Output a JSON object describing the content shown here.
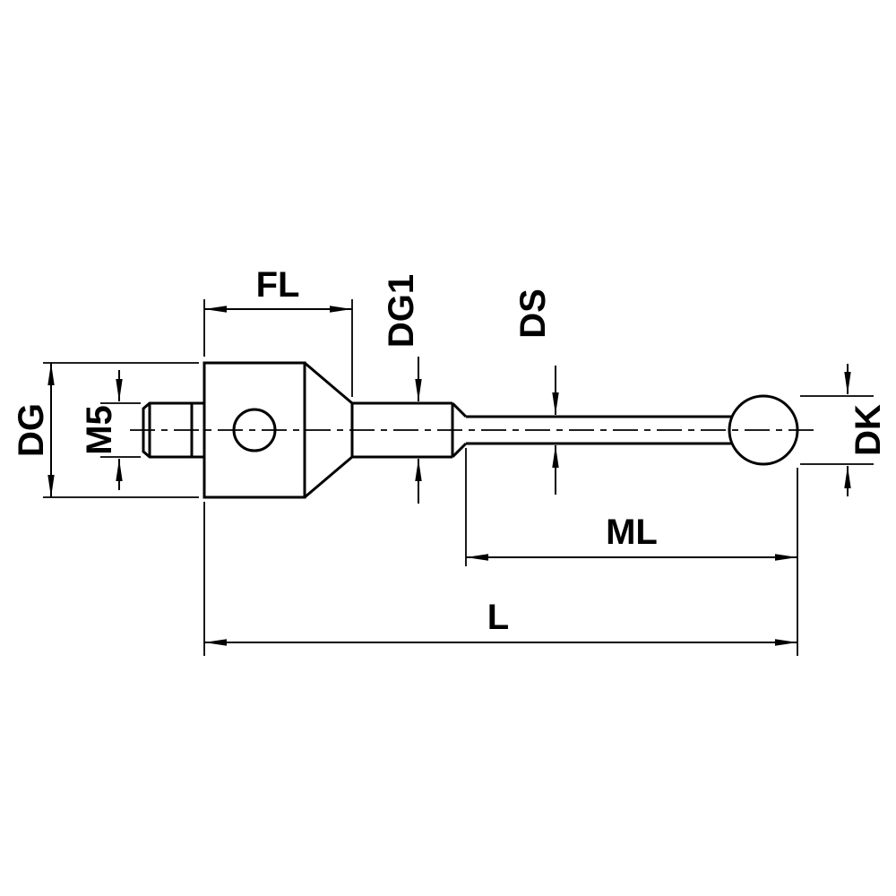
{
  "page": {
    "background": "#ffffff",
    "colors": {
      "line": "#000000",
      "text": "#000000"
    }
  },
  "drawing": {
    "type": "technical-dimension-drawing",
    "labels": {
      "fl": "FL",
      "dg1": "DG1",
      "ds": "DS",
      "dg": "DG",
      "m5": "M5",
      "dk": "DK",
      "ml": "ML",
      "l": "L"
    }
  }
}
